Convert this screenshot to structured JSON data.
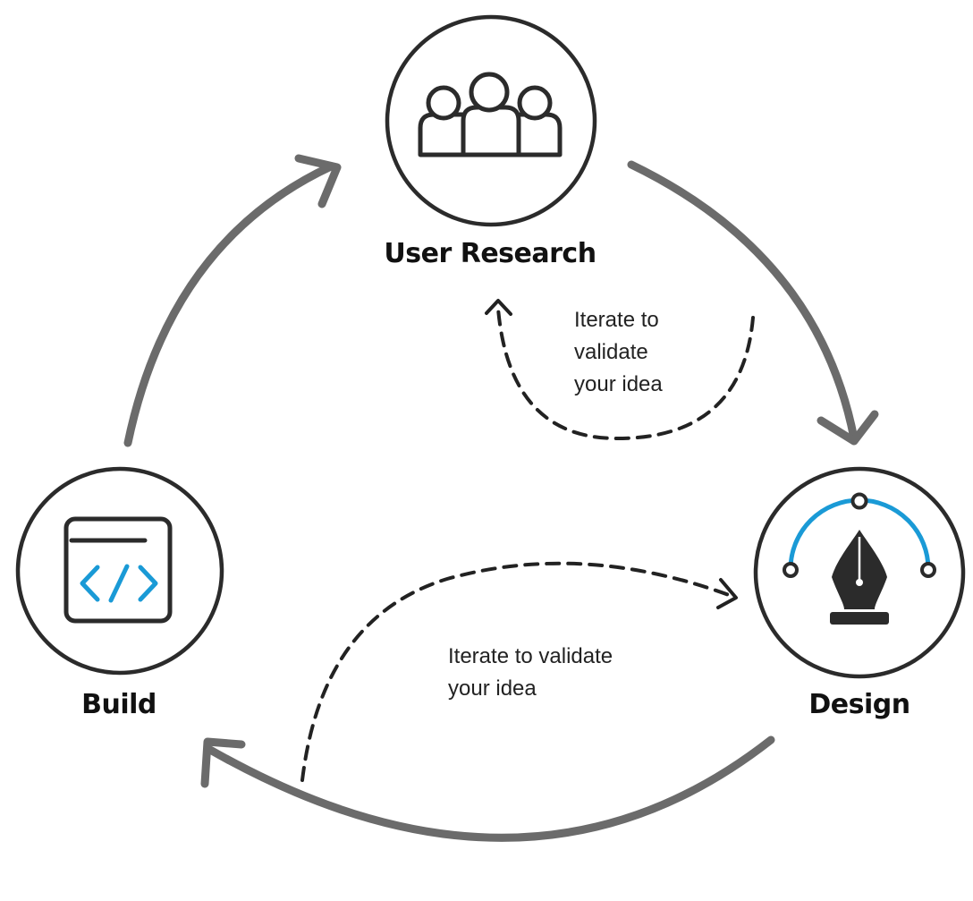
{
  "nodes": {
    "user_research": {
      "label": "User Research",
      "icon": "users-group-icon"
    },
    "design": {
      "label": "Design",
      "icon": "pen-tool-icon"
    },
    "build": {
      "label": "Build",
      "icon": "code-window-icon"
    }
  },
  "notes": {
    "upper": {
      "lines": [
        "Iterate to",
        "validate",
        "your idea"
      ]
    },
    "lower": {
      "lines": [
        "Iterate to validate",
        "your idea"
      ]
    }
  },
  "colors": {
    "cycle_arrow": "#6b6b6b",
    "outline": "#2b2b2b",
    "accent": "#1a9ad6"
  }
}
